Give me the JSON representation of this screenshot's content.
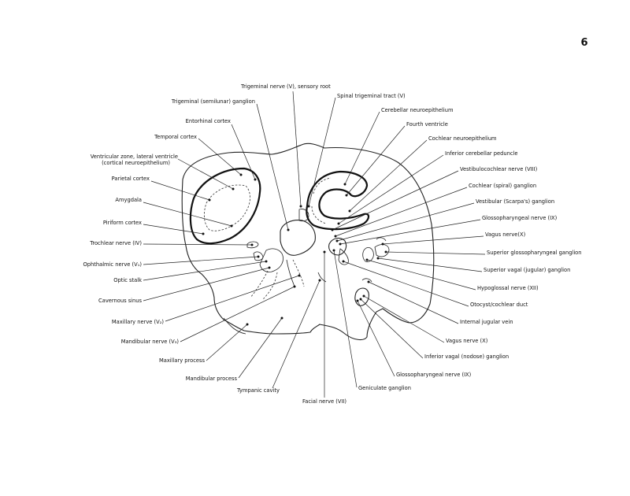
{
  "page_number": "6",
  "labels_left": [
    {
      "id": "trigeminal-sensory-root",
      "text": "Trigeminal nerve (V), sensory root"
    },
    {
      "id": "trigeminal-ganglion",
      "text": "Trigeminal (semilunar) ganglion"
    },
    {
      "id": "entorhinal-cortex",
      "text": "Entorhinal cortex"
    },
    {
      "id": "temporal-cortex",
      "text": "Temporal cortex"
    },
    {
      "id": "ventricular-zone-1",
      "text": "Ventricular zone, lateral ventricle"
    },
    {
      "id": "ventricular-zone-2",
      "text": "(cortical neuroepithelium)"
    },
    {
      "id": "parietal-cortex",
      "text": "Parietal cortex"
    },
    {
      "id": "amygdala",
      "text": "Amygdala"
    },
    {
      "id": "piriform-cortex",
      "text": "Piriform cortex"
    },
    {
      "id": "trochlear-nerve",
      "text": "Trochlear nerve (IV)"
    },
    {
      "id": "ophthalmic-nerve",
      "text": "Ophthalmic nerve (V₁)"
    },
    {
      "id": "optic-stalk",
      "text": "Optic stalk"
    },
    {
      "id": "cavernous-sinus",
      "text": "Cavernous sinus"
    },
    {
      "id": "maxillary-nerve",
      "text": "Maxillary nerve (V₂)"
    },
    {
      "id": "mandibular-nerve",
      "text": "Mandibular nerve (V₃)"
    },
    {
      "id": "maxillary-process",
      "text": "Maxillary process"
    },
    {
      "id": "mandibular-process",
      "text": "Mandibular process"
    },
    {
      "id": "tympanic-cavity",
      "text": "Tympanic cavity"
    },
    {
      "id": "facial-nerve",
      "text": "Facial nerve (VII)"
    }
  ],
  "labels_right": [
    {
      "id": "spinal-trigeminal-tract",
      "text": "Spinal trigeminal tract (V)"
    },
    {
      "id": "cerebellar-neuroepithelium",
      "text": "Cerebellar neuroepithelium"
    },
    {
      "id": "fourth-ventricle",
      "text": "Fourth ventricle"
    },
    {
      "id": "cochlear-neuroepithelium",
      "text": "Cochlear neuroepithelium"
    },
    {
      "id": "inferior-cerebellar-peduncle",
      "text": "Inferior cerebellar peduncle"
    },
    {
      "id": "vestibulocochlear-nerve",
      "text": "Vestibulocochlear nerve (VIII)"
    },
    {
      "id": "cochlear-ganglion",
      "text": "Cochlear (spiral) ganglion"
    },
    {
      "id": "vestibular-ganglion",
      "text": "Vestibular (Scarpa's) ganglion"
    },
    {
      "id": "glossopharyngeal-nerve-upper",
      "text": "Glossopharyngeal nerve (IX)"
    },
    {
      "id": "vagus-nerve-upper",
      "text": "Vagus nerve(X)"
    },
    {
      "id": "superior-glossopharyngeal-ganglion",
      "text": "Superior glossopharyngeal ganglion"
    },
    {
      "id": "superior-vagal-ganglion",
      "text": "Superior vagal (jugular) ganglion"
    },
    {
      "id": "hypoglossal-nerve",
      "text": "Hypoglossal nerve (XII)"
    },
    {
      "id": "otocyst",
      "text": "Otocyst/cochlear duct"
    },
    {
      "id": "internal-jugular-vein",
      "text": "Internal jugular vein"
    },
    {
      "id": "vagus-nerve-lower",
      "text": "Vagus nerve (X)"
    },
    {
      "id": "inferior-vagal-ganglion",
      "text": "Inferior vagal (nodose) ganglion"
    },
    {
      "id": "glossopharyngeal-nerve-lower",
      "text": "Glossopharyngeal nerve (IX)"
    },
    {
      "id": "geniculate-ganglion",
      "text": "Geniculate ganglion"
    }
  ]
}
